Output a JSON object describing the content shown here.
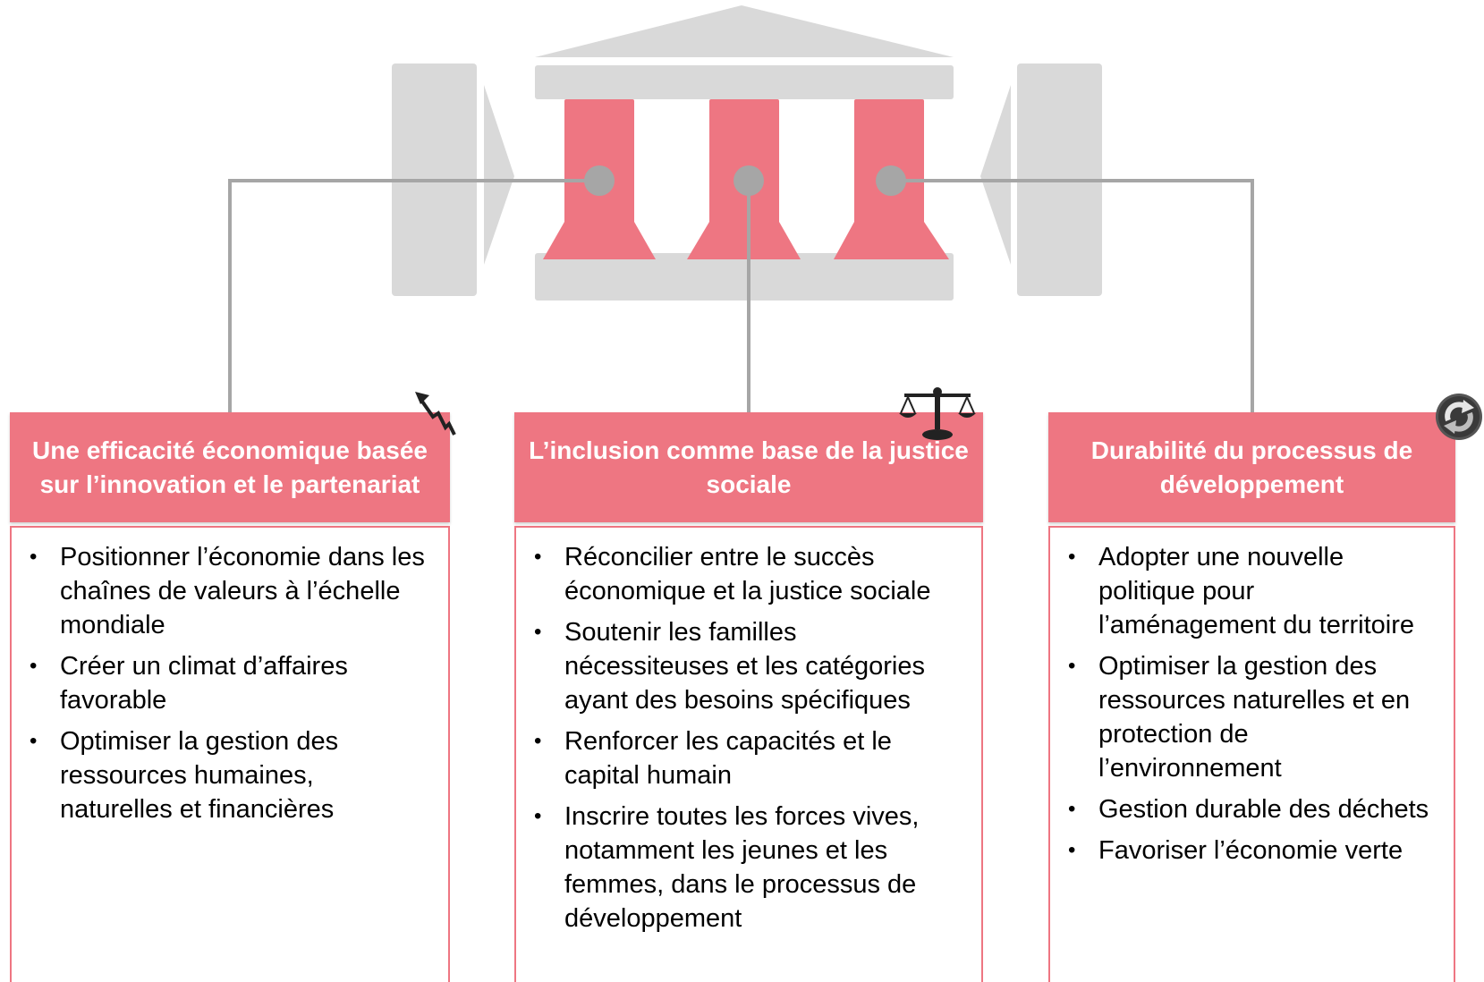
{
  "colors": {
    "accent": "#ee7682",
    "structure": "#d9d9d9",
    "connector": "#a6a6a6"
  },
  "pillars": [
    {
      "title": "Une efficacité économique basée sur l’innovation et le partenariat",
      "icon": "growth-arrow-icon",
      "items": [
        "Positionner l’économie dans les chaînes de valeurs à l’échelle mondiale",
        "Créer un climat d’affaires favorable",
        "Optimiser la gestion des ressources humaines, naturelles et financières"
      ]
    },
    {
      "title": "L’inclusion comme base de la justice sociale",
      "icon": "scales-of-justice-icon",
      "items": [
        "Réconcilier entre le succès économique  et la justice sociale",
        "Soutenir les familles nécessiteuses et les catégories ayant des besoins spécifiques",
        "Renforcer les capacités et le capital humain",
        "Inscrire toutes les forces vives, notamment les jeunes et les femmes, dans le processus de développement"
      ]
    },
    {
      "title": "Durabilité du processus de développement",
      "icon": "recycle-icon",
      "items": [
        "Adopter une nouvelle politique pour l’aménagement du territoire",
        "Optimiser la gestion des ressources naturelles  et en protection de l’environnement",
        "Gestion durable des déchets",
        "Favoriser l’économie verte"
      ]
    }
  ]
}
